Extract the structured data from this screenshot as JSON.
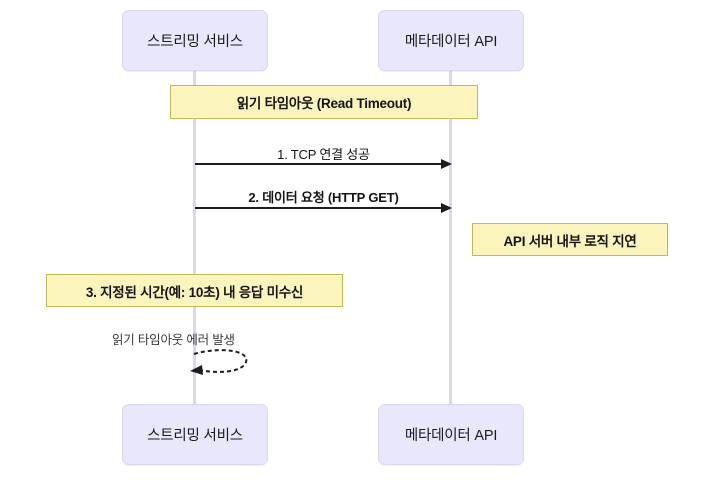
{
  "diagram": {
    "type": "sequence-diagram",
    "title": "",
    "background_color": "#ffffff",
    "participant_fill": "#e9e7fb",
    "participant_border": "#d9d5f5",
    "note_fill": "#fcf4bd",
    "note_border": "#c0ba57",
    "line_color": "#1c1c1c",
    "lifeline_color": "#dcd8f2"
  },
  "participants": [
    {
      "id": "streaming",
      "label": "스트리밍 서비스"
    },
    {
      "id": "metadata",
      "label": "메타데이터 API"
    }
  ],
  "participants_bottom": [
    {
      "id": "streaming",
      "label": "스트리밍 서비스"
    },
    {
      "id": "metadata",
      "label": "메타데이터 API"
    }
  ],
  "notes": {
    "timeout_banner": "읽기 타임아웃 (Read Timeout)",
    "api_delay": "API 서버 내부 로직 지연",
    "no_response": "3. 지정된 시간(예: 10초) 내 응답 미수신"
  },
  "messages": [
    {
      "n": 1,
      "label": "1. TCP 연결 성공",
      "from": "streaming",
      "to": "metadata",
      "style": "solid"
    },
    {
      "n": 2,
      "label": "2. 데이터 요청 (HTTP GET)",
      "from": "streaming",
      "to": "metadata",
      "style": "solid"
    }
  ],
  "self_message": {
    "label": "읽기 타임아웃 에러 발생",
    "on": "streaming",
    "style": "dashed"
  }
}
